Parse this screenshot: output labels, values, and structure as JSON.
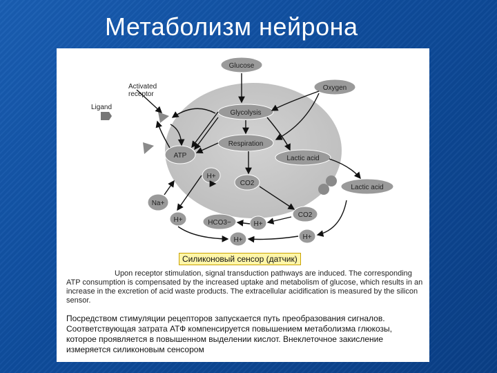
{
  "title": "Метаболизм нейрона",
  "diagram": {
    "labels": {
      "glucose": "Glucose",
      "oxygen": "Oxygen",
      "activated_receptor": "Activated receptor",
      "ligand": "Ligand",
      "glycolysis": "Glycolysis",
      "respiration": "Respiration",
      "atp": "ATP",
      "lactic_acid_inner": "Lactic acid",
      "lactic_acid_outer": "Lactic acid",
      "h_plus_inner": "H+",
      "co2_inner": "CO2",
      "na_plus": "Na+",
      "h_plus_left": "H+",
      "hco3": "HCO3−",
      "h_plus_mid": "H+",
      "co2_outer": "CO2",
      "h_plus_right": "H+",
      "h_plus_bottom": "H+"
    },
    "sensor_label": "Силиконовый сенсор (датчик)"
  },
  "caption_en": "Upon receptor stimulation, signal transduction pathways are induced. The corresponding ATP consumption is compensated by the increased uptake and metabolism of glucose, which results in an increase in the excretion of acid waste products. The extracellular acidification is measured by the silicon sensor.",
  "caption_ru": "Посредством стимуляции рецепторов запускается путь преобразования сигналов. Соответствующая затрата АТФ компенсируется повышением метаболизма глюкозы, которое проявляется в повышенном выделении кислот. Внеклеточное закисление измеряется силиконовым сенсором",
  "colors": {
    "background": "#0e4c9c",
    "cell": "#c8c8c8",
    "node": "#9a9a9a",
    "sensor_highlight": "#fff6a8"
  }
}
